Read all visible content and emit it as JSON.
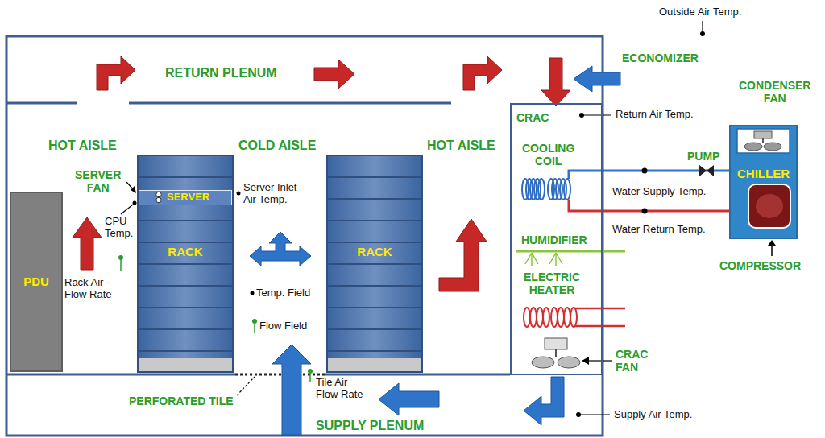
{
  "diagram": {
    "nodes": [
      {
        "text": [
          "PDU"
        ]
      },
      {
        "text": [
          "RACK"
        ]
      },
      {
        "text": [
          "SERVER"
        ],
        "in": 1
      },
      {
        "text": [
          "RACK"
        ]
      },
      {
        "text": [
          "CRAC"
        ]
      },
      {
        "text": [
          "CHILLER"
        ]
      }
    ],
    "edges": [
      {
        "from": 5,
        "to": 4,
        "arrow": "none"
      },
      {
        "from": 4,
        "to": 5,
        "arrow": "none"
      }
    ],
    "labels": [
      "Outside Air Temp.",
      "RETURN PLENUM",
      "ECONOMIZER",
      "CONDENSER FAN",
      "Return Air Temp.",
      "HOT AISLE",
      "COLD AISLE",
      "HOT AISLE",
      "COOLING COIL",
      "PUMP",
      "SERVER FAN",
      "Server Inlet Air Temp.",
      "Water Supply Temp.",
      "CPU Temp.",
      "Water Return Temp.",
      "HUMIDIFIER",
      "COMPRESSOR",
      "ELECTRIC HEATER",
      "Rack Air Flow Rate",
      "Temp. Field",
      "Flow Field",
      "CRAC FAN",
      "Tile Air Flow Rate",
      "PERFORATED TILE",
      "Supply Air Temp.",
      "SUPPLY PLENUM"
    ]
  }
}
